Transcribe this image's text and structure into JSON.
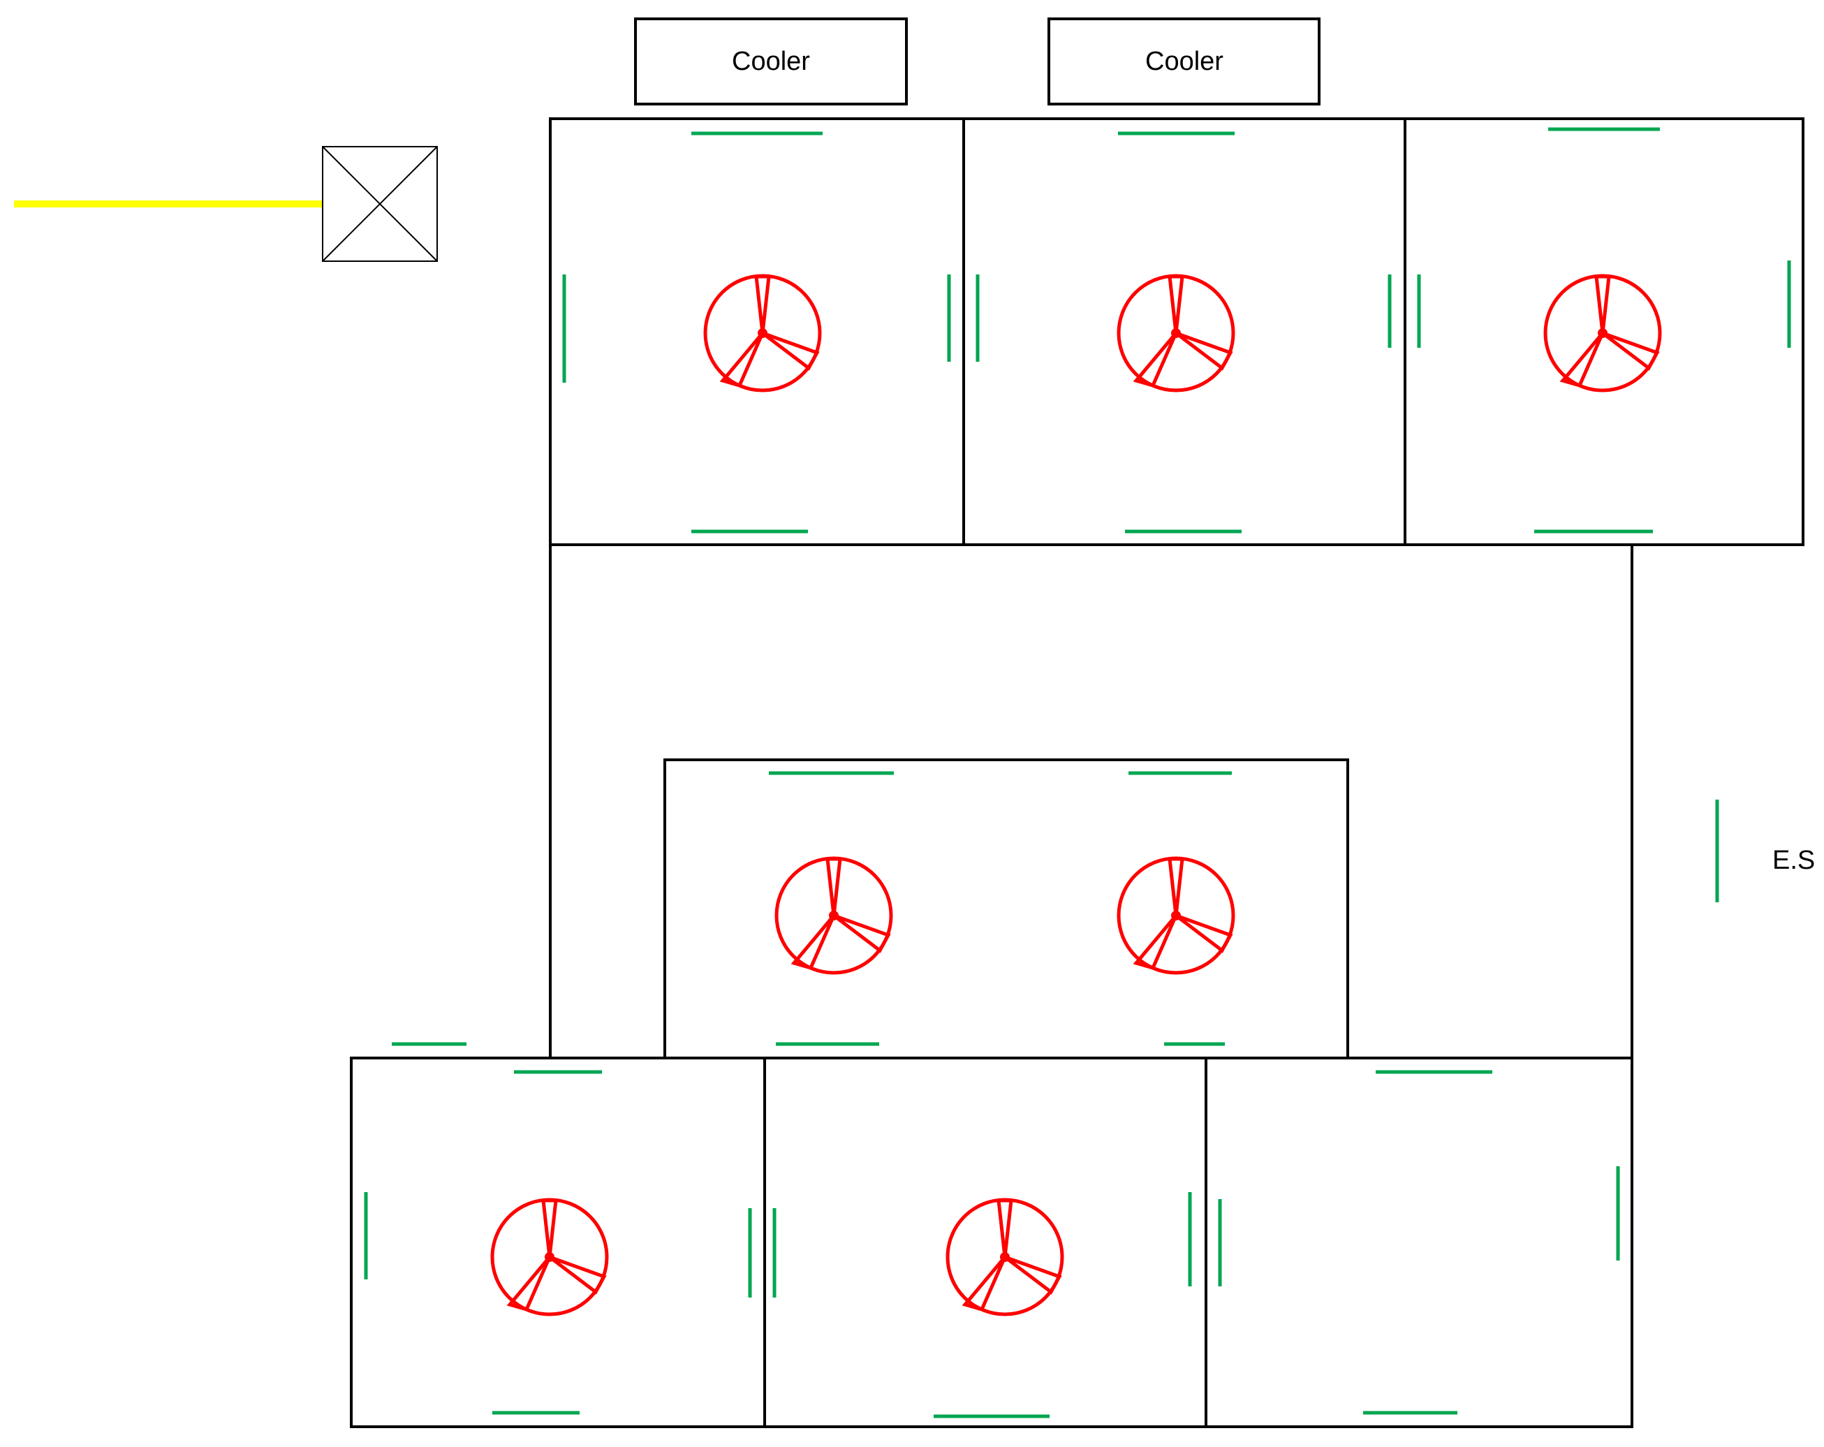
{
  "labels": {
    "cooler_left": "Cooler",
    "cooler_right": "Cooler",
    "es": "E.S"
  },
  "colors": {
    "wall": "#000000",
    "fan": "#ff0000",
    "es_marker": "#00a651",
    "cable": "#ffff00"
  },
  "icons": {
    "fan": "ceiling-fan-icon",
    "junction": "junction-box-icon",
    "es": "electrical-switch-icon"
  }
}
